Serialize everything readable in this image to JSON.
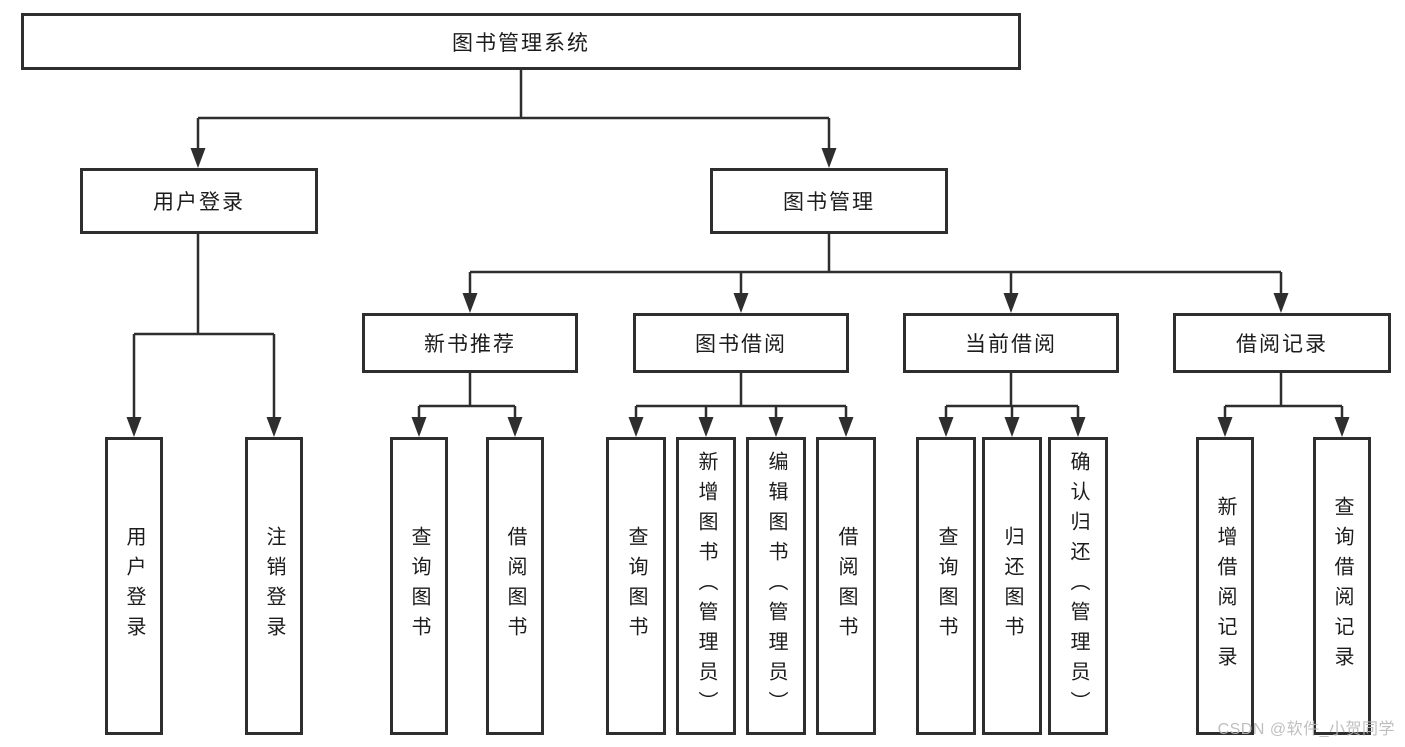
{
  "diagram": {
    "type": "hierarchy-flowchart",
    "watermark": "CSDN @软件_小贺同学",
    "colors": {
      "line": "#2e2e2e",
      "box_border": "#2e2e2e",
      "text": "#1c1c1c",
      "watermark": "#b9b9b9",
      "background": "#ffffff"
    },
    "tree": {
      "root": {
        "label": "图书管理系统"
      },
      "children": [
        {
          "label": "用户登录",
          "children": [
            {
              "label": "用户登录"
            },
            {
              "label": "注销登录"
            }
          ]
        },
        {
          "label": "图书管理",
          "children": [
            {
              "label": "新书推荐",
              "children": [
                {
                  "label": "查询图书"
                },
                {
                  "label": "借阅图书"
                }
              ]
            },
            {
              "label": "图书借阅",
              "children": [
                {
                  "label": "查询图书"
                },
                {
                  "label": "新增图书（管理员）"
                },
                {
                  "label": "编辑图书（管理员）"
                },
                {
                  "label": "借阅图书"
                }
              ]
            },
            {
              "label": "当前借阅",
              "children": [
                {
                  "label": "查询图书"
                },
                {
                  "label": "归还图书"
                },
                {
                  "label": "确认归还（管理员）"
                }
              ]
            },
            {
              "label": "借阅记录",
              "children": [
                {
                  "label": "新增借阅记录"
                },
                {
                  "label": "查询借阅记录"
                }
              ]
            }
          ]
        }
      ]
    }
  }
}
